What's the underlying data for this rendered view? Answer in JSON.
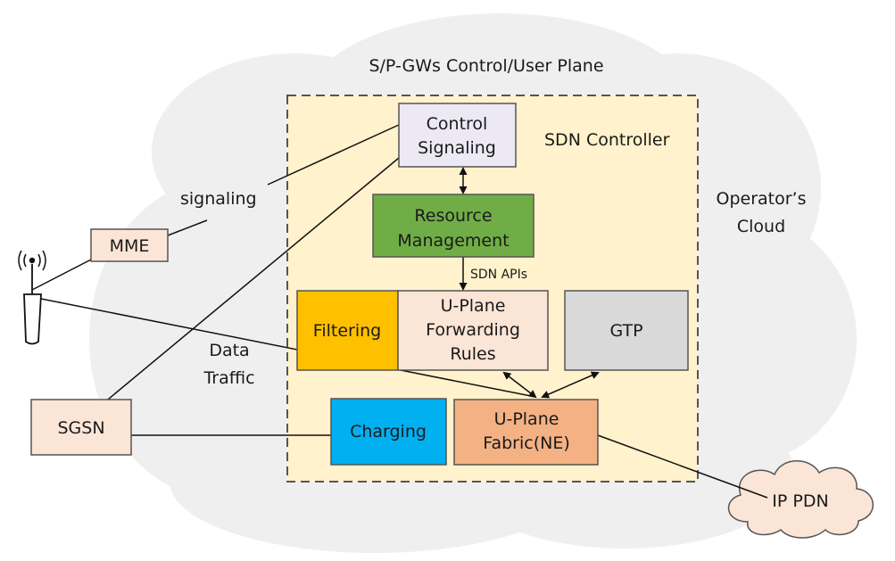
{
  "diagram": {
    "cloud_title": "S/P-GWs Control/User Plane",
    "controller_label": "SDN Controller",
    "operator_cloud": [
      "Operator’s",
      "Cloud"
    ],
    "signaling_label": "signaling",
    "data_traffic": [
      "Data",
      "Traffic"
    ],
    "sdn_apis": "SDN APIs",
    "boxes": {
      "control_signaling": [
        "Control",
        "Signaling"
      ],
      "resource_management": [
        "Resource",
        "Management"
      ],
      "filtering": "Filtering",
      "uplane_rules": [
        "U-Plane",
        "Forwarding",
        "Rules"
      ],
      "gtp": "GTP",
      "charging": "Charging",
      "uplane_fabric": [
        "U-Plane",
        "Fabric(NE)"
      ],
      "mme": "MME",
      "sgsn": "SGSN",
      "ip_pdn": "IP PDN"
    },
    "colors": {
      "cloud": "#efefef",
      "controller_bg": "#fff2cc",
      "control_signaling": "#ece9f5",
      "resource_management": "#70ad47",
      "filtering": "#ffc000",
      "uplane_rules": "#fbe5d6",
      "gtp": "#d9d9d9",
      "charging": "#00b0f0",
      "uplane_fabric": "#f4b183",
      "peach": "#fbe5d6"
    }
  }
}
